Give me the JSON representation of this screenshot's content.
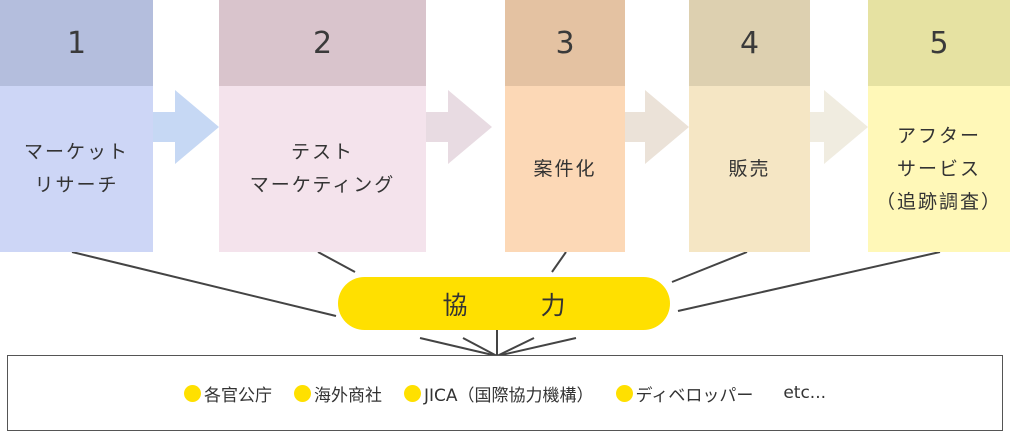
{
  "steps": [
    {
      "num": "1",
      "lines": [
        "マーケット",
        "リサーチ"
      ],
      "head_color": "#b4bedd",
      "body_color": "#cdd6f6"
    },
    {
      "num": "2",
      "lines": [
        "テスト",
        "マーケティング"
      ],
      "head_color": "#d9c4cc",
      "body_color": "#f4e3ec"
    },
    {
      "num": "3",
      "lines": [
        "案件化"
      ],
      "head_color": "#e4c2a2",
      "body_color": "#fcd8b6"
    },
    {
      "num": "4",
      "lines": [
        "販売"
      ],
      "head_color": "#ddd0b0",
      "body_color": "#f5e6c4"
    },
    {
      "num": "5",
      "lines": [
        "アフター",
        "サービス",
        "（追跡調査）"
      ],
      "head_color": "#e6e2a2",
      "body_color": "#fff8b8"
    }
  ],
  "arrow_colors": [
    "#c6d8f4",
    "#e8dbe2",
    "#ebe2d8",
    "#f0ece0"
  ],
  "cooperation": {
    "label": "協　力",
    "color": "#ffe000"
  },
  "partners": {
    "items": [
      "各官公庁",
      "海外商社",
      "JICA（国際協力機構）",
      "ディベロッパー"
    ],
    "etc": "etc..."
  }
}
